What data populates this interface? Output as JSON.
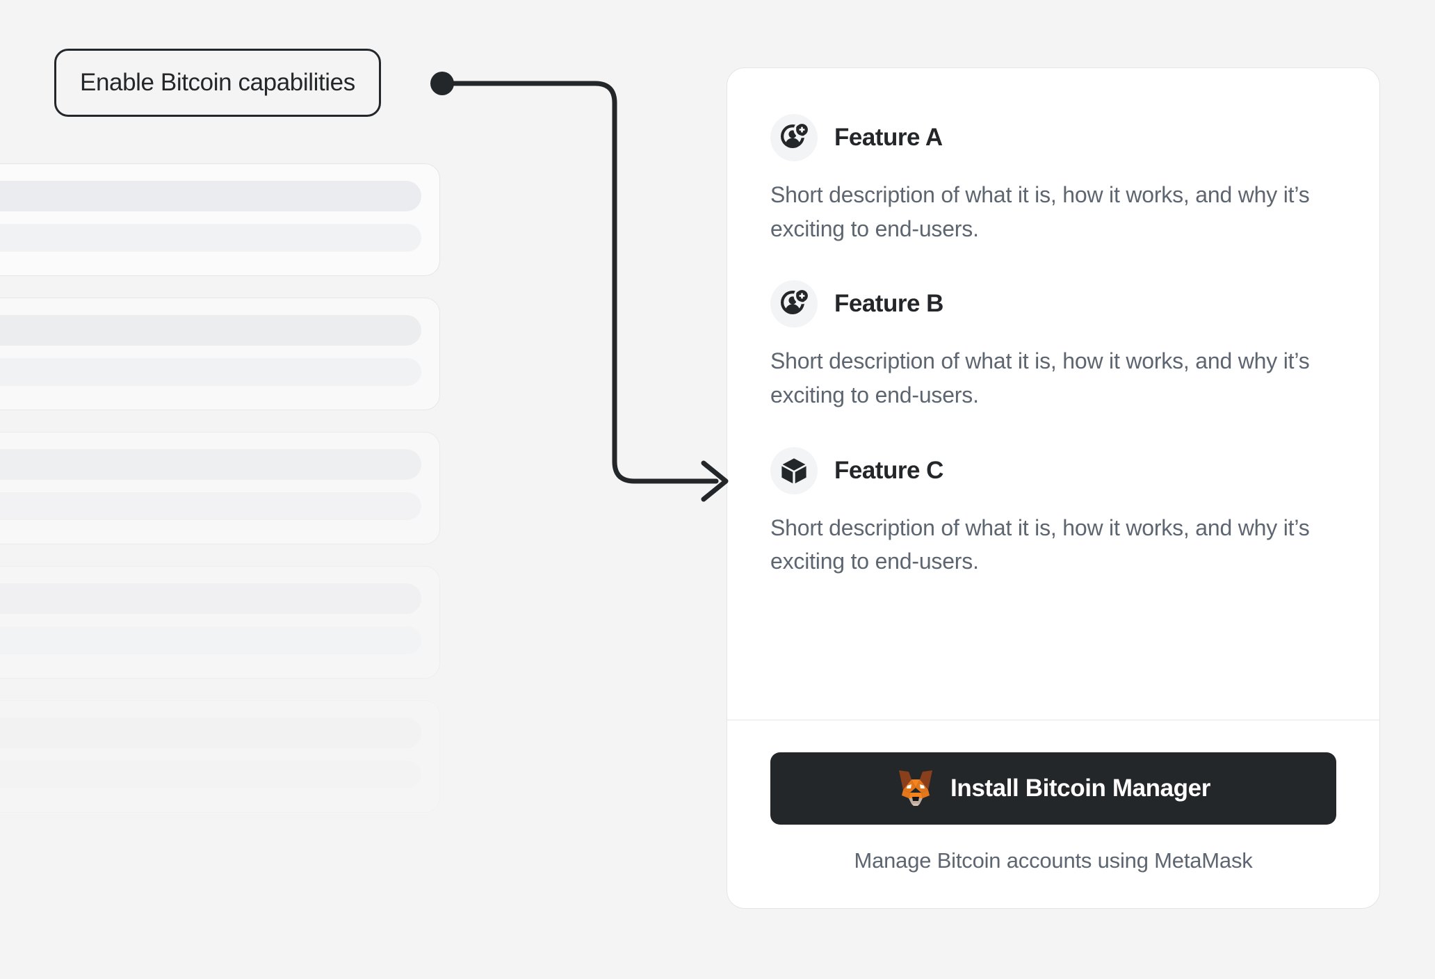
{
  "theme": {
    "background": "#f4f4f4",
    "card_background": "#ffffff",
    "border": "#e4e5e8",
    "text_dark": "#24272a",
    "text_muted": "#5d6670",
    "icon_circle": "#f2f4f6",
    "button_background": "#24272a",
    "button_text": "#ffffff",
    "skeleton_primary": "#ebecef",
    "skeleton_secondary": "#f1f2f4",
    "metamask_orange": "#e2761b",
    "metamask_orange_light": "#f5841f",
    "metamask_brown": "#763d16",
    "metamask_cream": "#c0ad9e"
  },
  "callout": {
    "label": "Enable Bitcoin capabilities"
  },
  "connector": {
    "icon": "arrow-right-icon"
  },
  "ghost_cards": [
    {
      "opacity": 1.0
    },
    {
      "opacity": 0.82
    },
    {
      "opacity": 0.6
    },
    {
      "opacity": 0.38
    },
    {
      "opacity": 0.18
    }
  ],
  "card": {
    "features": [
      {
        "icon": "add-user-icon",
        "title": "Feature A",
        "description": "Short description of what it is, how it works, and why it’s exciting to end-users."
      },
      {
        "icon": "add-user-icon",
        "title": "Feature B",
        "description": "Short description of what it is, how it works, and why it’s exciting to end-users."
      },
      {
        "icon": "cube-icon",
        "title": "Feature C",
        "description": "Short description of what it is, how it works, and why it’s exciting to end-users."
      }
    ],
    "footer": {
      "button_icon": "metamask-fox-icon",
      "button_label": "Install Bitcoin Manager",
      "caption": "Manage Bitcoin accounts using MetaMask"
    }
  }
}
